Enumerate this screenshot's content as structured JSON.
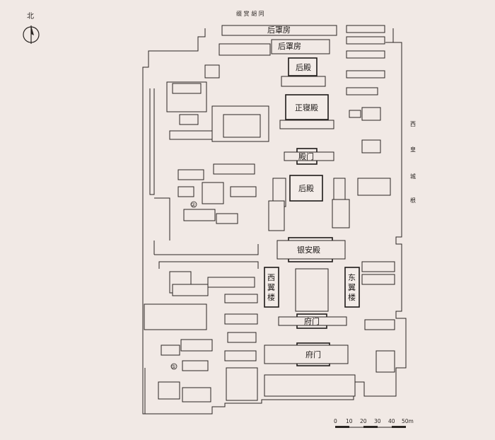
{
  "north": {
    "label": "北",
    "icon": "north-arrow-icon"
  },
  "streets": {
    "north": "缀 赏 胡 同",
    "east": [
      "西",
      "皇",
      "城",
      "根"
    ]
  },
  "buildings": {
    "rear_hall_house_1": "后罩房",
    "rear_hall_house_2": "后罩房",
    "rear_palace_top": "后殿",
    "main_sleeping_hall": "正寝殿",
    "palace_gate": "殿门",
    "rear_palace_mid": "后殿",
    "yin_an_hall": "银安殿",
    "west_wing": [
      "西",
      "翼",
      "楼"
    ],
    "east_wing": [
      "东",
      "翼",
      "楼"
    ],
    "mansion_gate_inner": "府门",
    "mansion_gate_outer": "府门"
  },
  "markers": {
    "m1": "②",
    "m2": "⑤"
  },
  "scale_bar": {
    "ticks": [
      "0",
      "10",
      "20",
      "30",
      "40",
      "50m"
    ]
  }
}
